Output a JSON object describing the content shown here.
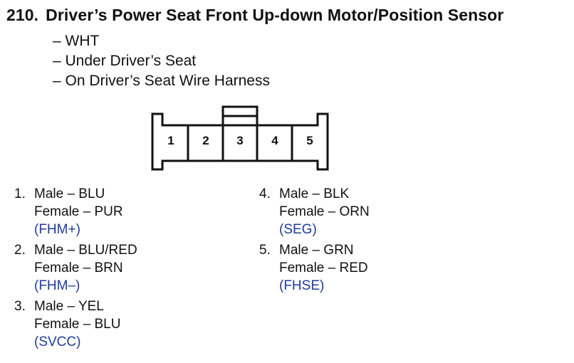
{
  "heading": {
    "number": "210.",
    "title": "Driver’s Power Seat Front Up-down Motor/Position Sensor"
  },
  "details": [
    "– WHT",
    "– Under Driver’s Seat",
    "– On Driver’s Seat Wire Harness"
  ],
  "connector": {
    "pin_labels": [
      "1",
      "2",
      "3",
      "4",
      "5"
    ]
  },
  "pins": [
    {
      "num": "1.",
      "male": "Male – BLU",
      "female": "Female – PUR",
      "signal": "(FHM+)"
    },
    {
      "num": "2.",
      "male": "Male – BLU/RED",
      "female": "Female – BRN",
      "signal": "(FHM–)"
    },
    {
      "num": "3.",
      "male": "Male – YEL",
      "female": "Female – BLU",
      "signal": "(SVCC)"
    },
    {
      "num": "4.",
      "male": "Male – BLK",
      "female": "Female – ORN",
      "signal": "(SEG)"
    },
    {
      "num": "5.",
      "male": "Male – GRN",
      "female": "Female – RED",
      "signal": "(FHSE)"
    }
  ],
  "colors": {
    "signal": "#1f3c9c",
    "text": "#111111"
  }
}
